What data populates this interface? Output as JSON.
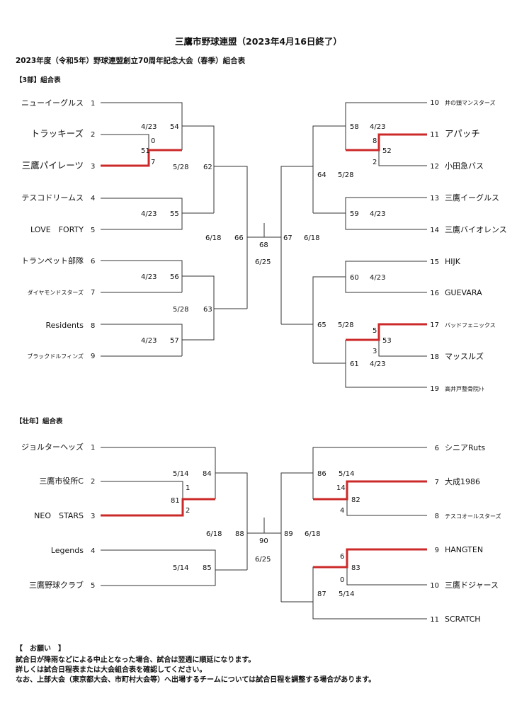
{
  "header": {
    "title": "三鷹市野球連盟（2023年4月16日終了）",
    "subtitle": "2023年度（令和5年）野球連盟創立70周年記念大会（春季）組合表"
  },
  "bracket3": {
    "section_label": "【3部】組合表",
    "left_teams": [
      {
        "seed": "1",
        "name": "ニューイーグルス"
      },
      {
        "seed": "2",
        "name": "トラッキーズ"
      },
      {
        "seed": "3",
        "name": "三鷹パイレーツ"
      },
      {
        "seed": "4",
        "name": "テスコドリームス"
      },
      {
        "seed": "5",
        "name": "LOVE　FORTY"
      },
      {
        "seed": "6",
        "name": "トランペット部隊"
      },
      {
        "seed": "7",
        "name": "ダイヤモンドスターズ"
      },
      {
        "seed": "8",
        "name": "Residents"
      },
      {
        "seed": "9",
        "name": "ブラックドルフィンズ"
      }
    ],
    "right_teams": [
      {
        "seed": "10",
        "name": "井の頭マンスターズ"
      },
      {
        "seed": "11",
        "name": "アパッチ"
      },
      {
        "seed": "12",
        "name": "小田急バス"
      },
      {
        "seed": "13",
        "name": "三鷹イーグルス"
      },
      {
        "seed": "14",
        "name": "三鷹バイオレンス"
      },
      {
        "seed": "15",
        "name": "HIJK"
      },
      {
        "seed": "16",
        "name": "GUEVARA"
      },
      {
        "seed": "17",
        "name": "バッドフェニックス"
      },
      {
        "seed": "18",
        "name": "マッスルズ"
      },
      {
        "seed": "19",
        "name": "高井戸整骨院ﾄﾄ"
      }
    ],
    "games": {
      "g51": "51",
      "g52": "52",
      "g53": "53",
      "g54": "54",
      "g55": "55",
      "g56": "56",
      "g57": "57",
      "g58": "58",
      "g59": "59",
      "g60": "60",
      "g61": "61",
      "g62": "62",
      "g63": "63",
      "g64": "64",
      "g65": "65",
      "g66": "66",
      "g67": "67",
      "g68": "68"
    },
    "dates": {
      "g54": "4/23",
      "g55": "4/23",
      "g56": "4/23",
      "g57": "4/23",
      "g58": "4/23",
      "g59": "4/23",
      "g60": "4/23",
      "g61": "4/23",
      "g62": "5/28",
      "g63": "5/28",
      "g64": "5/28",
      "g65": "5/28",
      "g66": "6/18",
      "g67": "6/18",
      "g68": "6/25"
    },
    "scores": {
      "g51_top": "0",
      "g51_bottom": "7",
      "g52_top": "8",
      "g52_bottom": "2",
      "g53_top": "5",
      "g53_bottom": "3"
    }
  },
  "bracketS": {
    "section_label": "【壮年】組合表",
    "left_teams": [
      {
        "seed": "1",
        "name": "ジョルターヘッズ"
      },
      {
        "seed": "2",
        "name": "三鷹市役所C"
      },
      {
        "seed": "3",
        "name": "NEO　STARS"
      },
      {
        "seed": "4",
        "name": "Legends"
      },
      {
        "seed": "5",
        "name": "三鷹野球クラブ"
      }
    ],
    "right_teams": [
      {
        "seed": "6",
        "name": "シニアRuts"
      },
      {
        "seed": "7",
        "name": "大成1986"
      },
      {
        "seed": "8",
        "name": "テスコオールスターズ"
      },
      {
        "seed": "9",
        "name": "HANGTEN"
      },
      {
        "seed": "10",
        "name": "三鷹ドジャース"
      },
      {
        "seed": "11",
        "name": "SCRATCH"
      }
    ],
    "games": {
      "g81": "81",
      "g82": "82",
      "g83": "83",
      "g84": "84",
      "g85": "85",
      "g86": "86",
      "g87": "87",
      "g88": "88",
      "g89": "89",
      "g90": "90"
    },
    "dates": {
      "g84": "5/14",
      "g85": "5/14",
      "g86": "5/14",
      "g87": "5/14",
      "g88": "6/18",
      "g89": "6/18",
      "g90": "6/25"
    },
    "scores": {
      "g81_top": "1",
      "g81_bottom": "2",
      "g82_top": "14",
      "g82_bottom": "4",
      "g83_top": "6",
      "g83_bottom": "0"
    }
  },
  "notes": {
    "heading": "【　お願い　】",
    "lines": [
      "試合日が降雨などによる中止となった場合、試合は翌週に順延になります。",
      "詳しくは試合日程表または大会組合表を確認してください。",
      "なお、上部大会（東京都大会、市町村大会等）へ出場するチームについては試合日程を調整する場合があります。"
    ]
  },
  "colors": {
    "winner_line": "#cc2a2a",
    "bracket_line": "#333333"
  }
}
